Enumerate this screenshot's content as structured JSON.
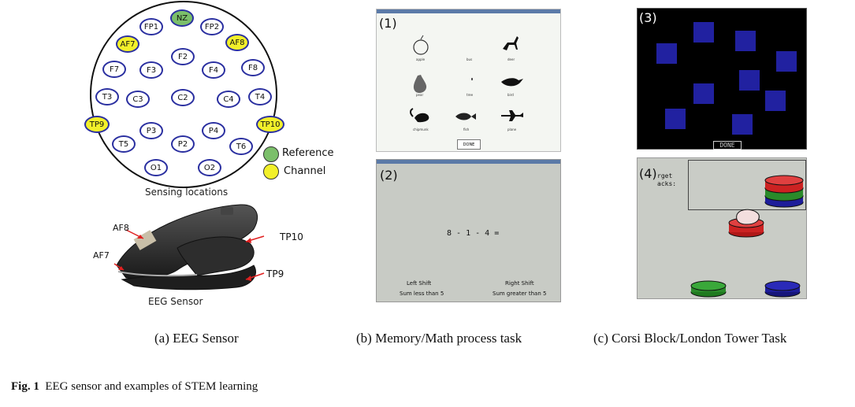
{
  "eeg": {
    "electrodes": [
      "NZ",
      "FP1",
      "FP2",
      "AF7",
      "AF8",
      "F2",
      "F7",
      "F3",
      "F4",
      "F8",
      "T3",
      "C3",
      "C2",
      "C4",
      "T4",
      "TP9",
      "TP10",
      "P3",
      "P4",
      "T5",
      "P2",
      "T6",
      "O1",
      "O2"
    ],
    "legend": {
      "reference": "Reference",
      "channel": "Channel",
      "reference_color": "#7bbf6a",
      "channel_color": "#f2f02a"
    },
    "sensing_caption": "Sensing locations",
    "sensor_labels": {
      "af8": "AF8",
      "af7": "AF7",
      "tp10": "TP10",
      "tp9": "TP9"
    },
    "sensor_caption": "EEG Sensor"
  },
  "panel1": {
    "num": "(1)",
    "labels": [
      "apple",
      "bus",
      "deer",
      "pear",
      "tree",
      "bird",
      "chipmunk",
      "fish",
      "plane"
    ],
    "done": "DONE"
  },
  "panel2": {
    "num": "(2)",
    "equation": "8 - 1 - 4 =",
    "left_shift": "Left Shift",
    "left_hint": "Sum less than 5",
    "right_shift": "Right Shift",
    "right_hint": "Sum greater than 5"
  },
  "panel3": {
    "num": "(3)",
    "done": "DONE"
  },
  "panel4": {
    "num": "(4)",
    "target_text": "rget\nacks:"
  },
  "captions": {
    "a": "(a) EEG Sensor",
    "b": "(b) Memory/Math process task",
    "c": "(c) Corsi Block/London Tower Task"
  },
  "figure": {
    "label": "Fig. 1",
    "text": "EEG sensor and examples of STEM learning"
  }
}
